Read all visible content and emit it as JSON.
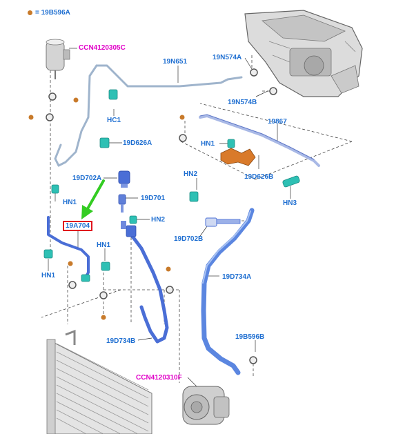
{
  "legend": {
    "marker_color": "#c87a2a",
    "marker_label": "= 19B596A"
  },
  "colors": {
    "label": "#1f6fd1",
    "magenta_label": "#e100c8",
    "highlight_box": "#e0141e",
    "callout_arrow": "#33cc22",
    "line_part": "#4a6ed6",
    "tube_pipe": "#9fb4cc",
    "fitting": "#2ec0b4",
    "bracket": "#d97a2a",
    "washer_marker": "#c87a2a"
  },
  "labels": {
    "ccn4120305c": "CCN4120305C",
    "n19n651": "19N651",
    "n19n574a": "19N574A",
    "n19n574b": "19N574B",
    "hc1": "HC1",
    "n19d626a": "19D626A",
    "n19867": "19867",
    "hn1_top": "HN1",
    "n19d626b": "19D626B",
    "n19d702a": "19D702A",
    "hn2_right": "HN2",
    "hn1_left": "HN1",
    "n19d701": "19D701",
    "hn3": "HN3",
    "n19a704": "19A704",
    "hn2_mid": "HN2",
    "n19d702b": "19D702B",
    "hn1_mid": "HN1",
    "hn1_bottom": "HN1",
    "n19d734a": "19D734A",
    "n19d734b": "19D734B",
    "n19b596b": "19B596B",
    "ccn4120310f": "CCN4120310F"
  }
}
